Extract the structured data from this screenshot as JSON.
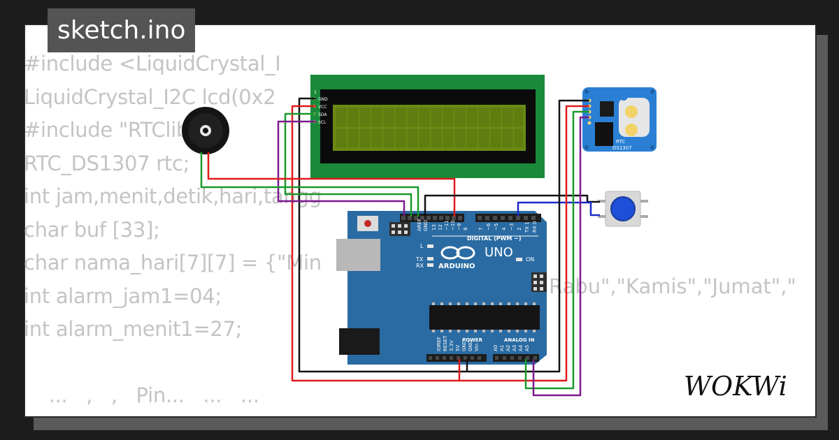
{
  "header": {
    "title": "sketch.ino"
  },
  "code_lines": [
    "#include <LiquidCrystal_I",
    "LiquidCrystal_I2C lcd(0x2",
    "#include \"RTClib.h\"",
    "RTC_DS1307 rtc;",
    "int jam,menit,detik,hari,tangg",
    "char buf [33];",
    "char nama_hari[7][7] = {\"Min",
    "int alarm_jam1=04;",
    "int alarm_menit1=27;",
    "",
    "    ...   ,   ,   Pin...   ...   ..."
  ],
  "code_tail": "Rabu\",\"Kamis\",\"Jumat\",\"",
  "lcd": {
    "pins": [
      "GND",
      "VCC",
      "SDA",
      "SCL"
    ]
  },
  "rtc": {
    "label": "RTC",
    "model": "DS1307"
  },
  "arduino": {
    "brand": "ARDUINO",
    "model": "UNO",
    "digital_label": "DIGITAL (PWM ~)",
    "power_label": "POWER",
    "analog_label": "ANALOG IN",
    "on_label": "ON",
    "l_label": "L",
    "tx_label": "TX",
    "rx_label": "RX",
    "aref_label": "AREF",
    "gnd_label": "GND",
    "digital_pins": [
      "13",
      "12",
      "~11",
      "~10",
      "~9",
      "8",
      "7",
      "~6",
      "~5",
      "4",
      "~3",
      "2",
      "TX 1",
      "RX 0"
    ],
    "power_pins": [
      "IOREF",
      "RESET",
      "3.3V",
      "5V",
      "GND",
      "GND",
      "Vin"
    ],
    "analog_pins": [
      "A0",
      "A1",
      "A2",
      "A3",
      "A4",
      "A5"
    ]
  },
  "logo": {
    "text": "WOKWi"
  },
  "colors": {
    "background": "#1c1c1c",
    "card": "#ffffff",
    "board": "#2a6ba3",
    "lcd_pcb": "#1a8a3a",
    "rtc_pcb": "#2a7fd4",
    "button": "#1f4fd8"
  }
}
